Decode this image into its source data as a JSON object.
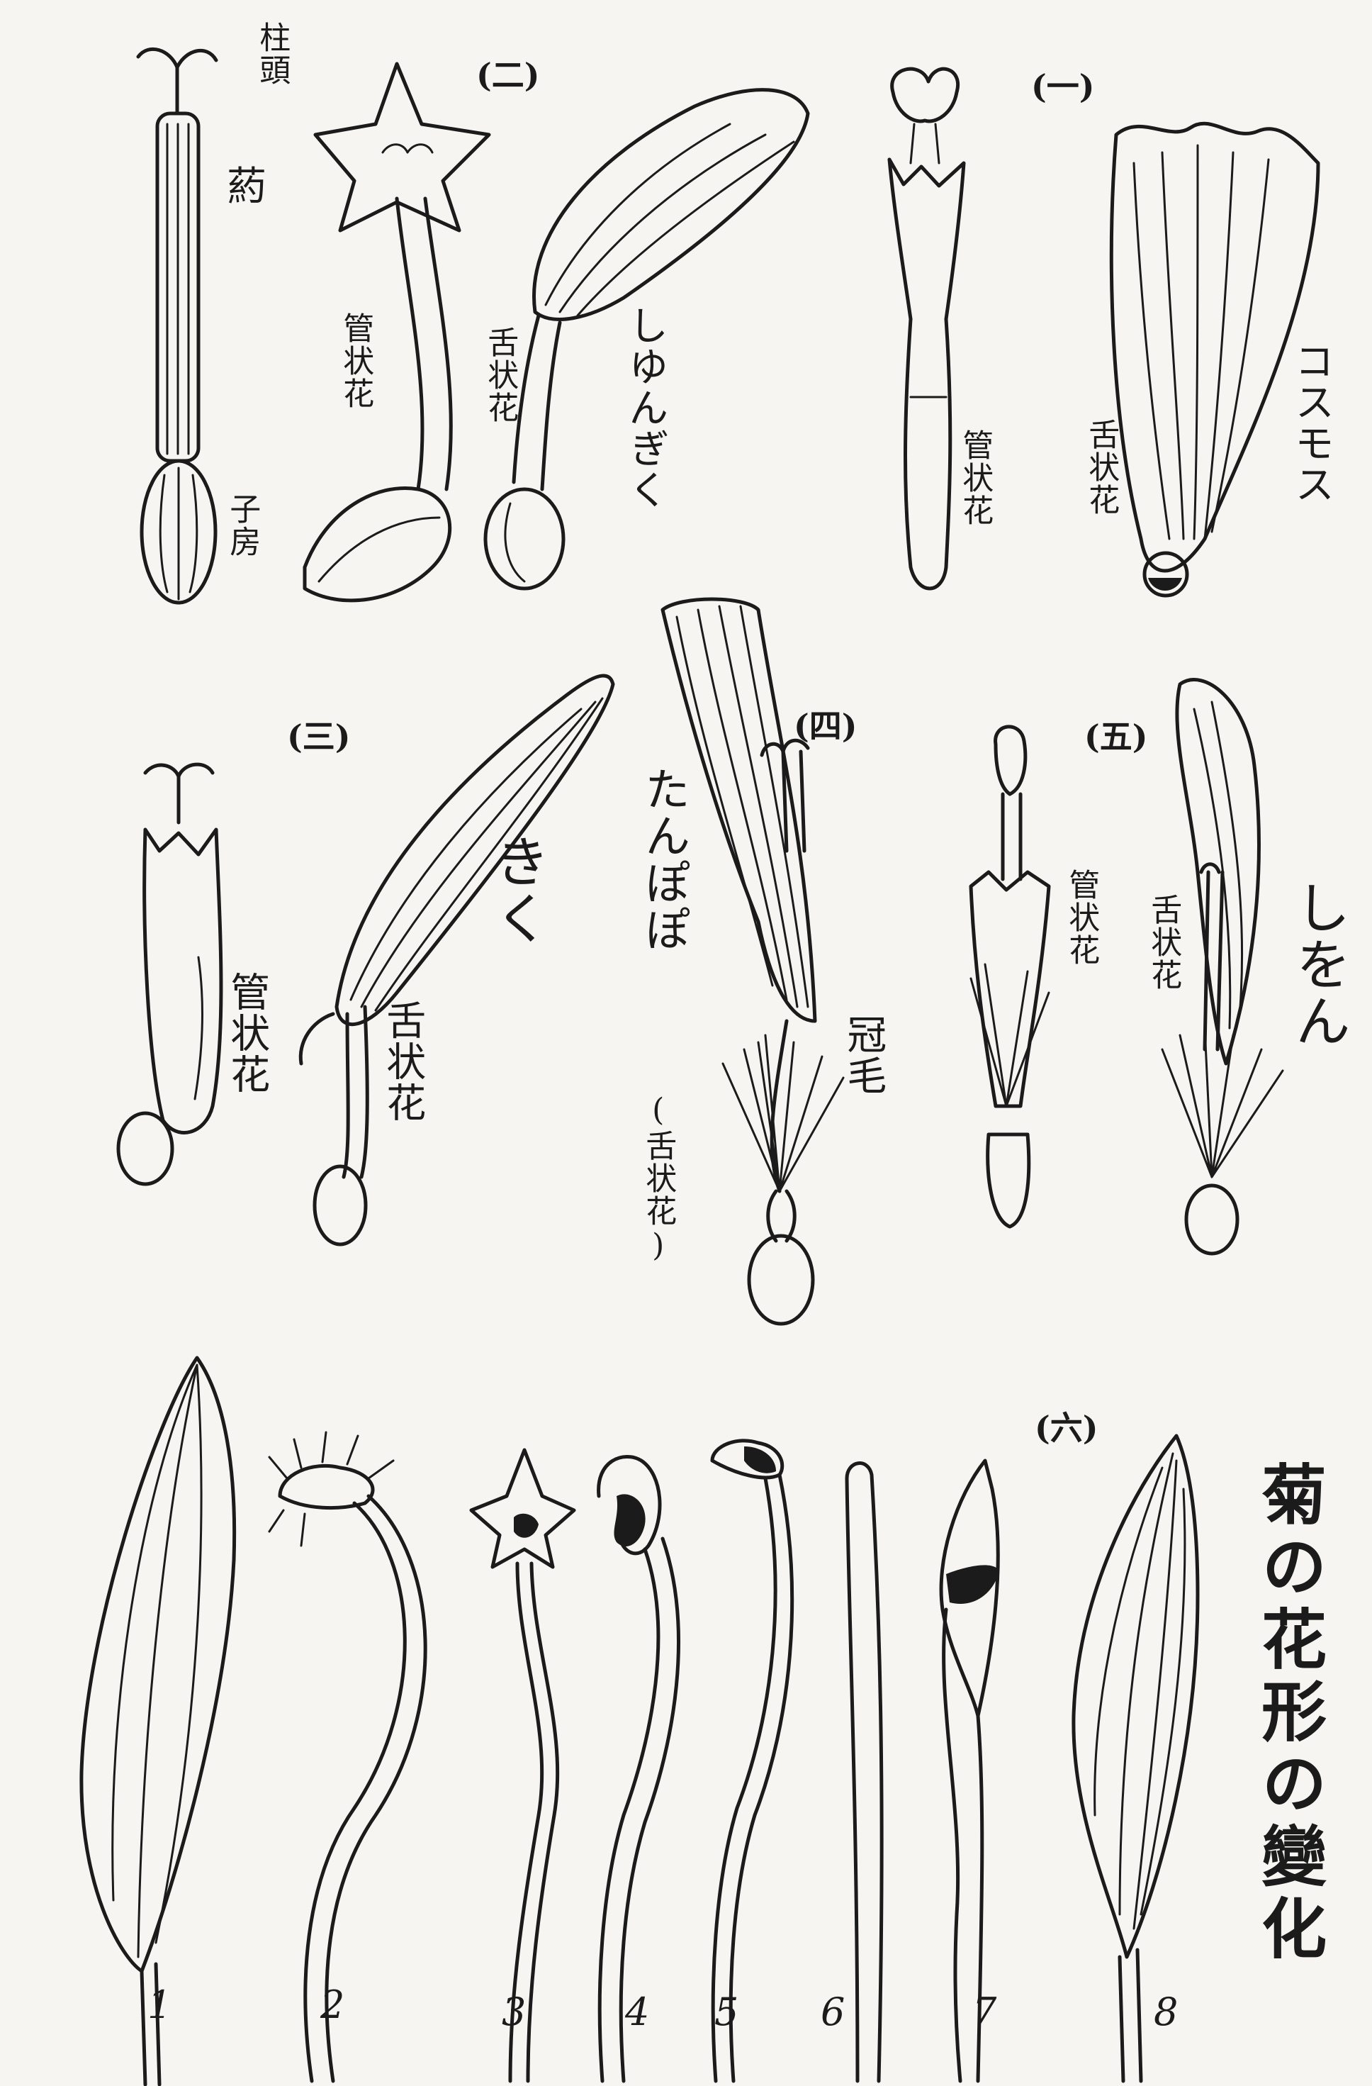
{
  "labels": {
    "stigma": "柱頭",
    "anther": "葯",
    "ovary": "子房",
    "tubular_flower": "管状花",
    "ligulate_flower": "舌状花",
    "shungiku": "しゆんぎく",
    "cosmos": "コスモス",
    "kiku": "きく",
    "tanpopo": "たんぽぽ",
    "tanpopo_note": "(舌状花)",
    "pappus": "冠毛",
    "shion": "しをん",
    "plate_title": "菊の花形の變化"
  },
  "sections": {
    "s1": "(一)",
    "s2": "(二)",
    "s3": "(三)",
    "s4": "(四)",
    "s5": "(五)",
    "s6": "(六)"
  },
  "petal_numbers": [
    "1",
    "2",
    "3",
    "4",
    "5",
    "6",
    "7",
    "8"
  ]
}
